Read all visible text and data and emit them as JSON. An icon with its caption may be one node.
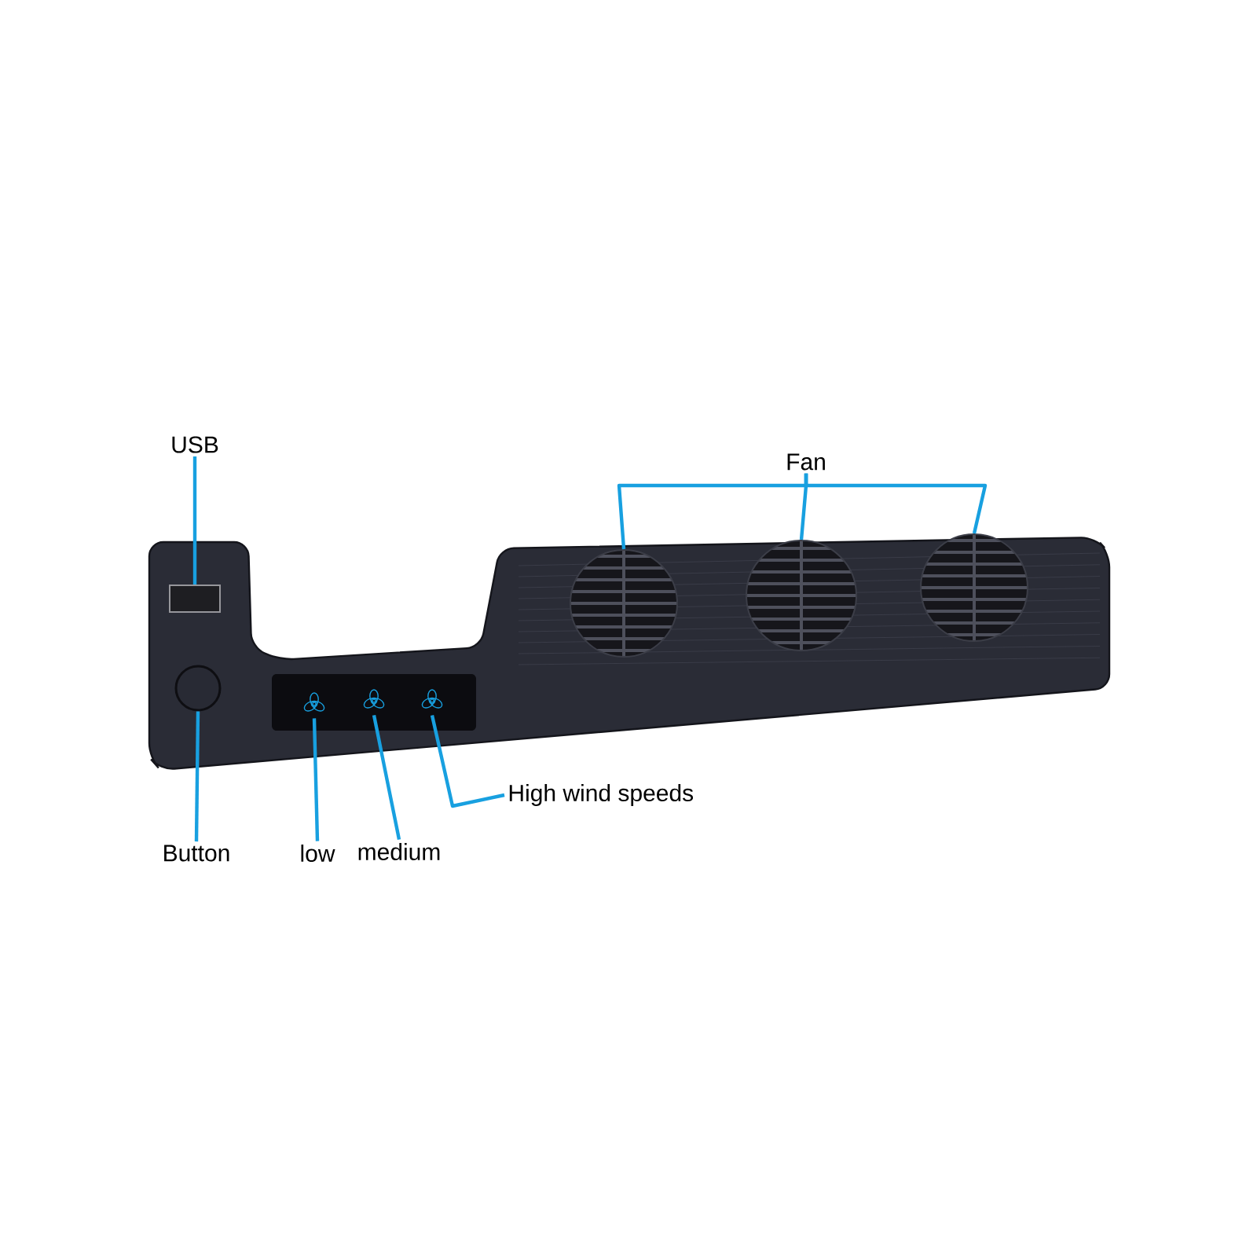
{
  "diagram": {
    "nodes": [
      {
        "text": [
          "USB"
        ]
      },
      {
        "text": [
          "Button"
        ]
      },
      {
        "text": [
          "low"
        ]
      },
      {
        "text": [
          "medium"
        ]
      },
      {
        "text": [
          "High wind speeds"
        ]
      },
      {
        "text": [
          "Fan"
        ]
      },
      {
        "text": [],
        "shape": "box"
      },
      {
        "text": [],
        "shape": "circle"
      },
      {
        "text": [],
        "shape": "picture"
      },
      {
        "text": [],
        "shape": "picture"
      },
      {
        "text": [],
        "shape": "picture"
      },
      {
        "text": [],
        "shape": "circle"
      },
      {
        "text": [],
        "shape": "circle"
      },
      {
        "text": [],
        "shape": "circle"
      }
    ],
    "edges": [
      {
        "from": 0,
        "to": 6,
        "arrow": "none"
      },
      {
        "from": 1,
        "to": 7,
        "arrow": "none"
      },
      {
        "from": 2,
        "to": 8,
        "arrow": "none"
      },
      {
        "from": 3,
        "to": 9,
        "arrow": "none"
      },
      {
        "from": 4,
        "to": 10,
        "arrow": "none"
      },
      {
        "from": 5,
        "to": 11,
        "arrow": "none"
      },
      {
        "from": 5,
        "to": 12,
        "arrow": "none"
      },
      {
        "from": 5,
        "to": 13,
        "arrow": "none"
      }
    ]
  }
}
